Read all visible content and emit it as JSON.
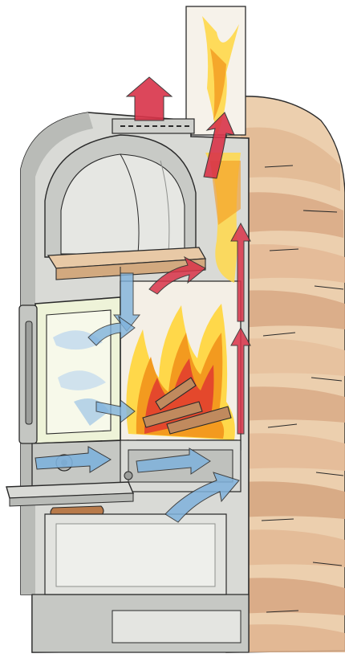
{
  "illustration": {
    "subject": "",
    "colors": {
      "stone": "#d9dad6",
      "stone_shade": "#b9bbb7",
      "stone_dark": "#9c9e9b",
      "wood_light": "#f1dcc4",
      "wood_mid": "#dcae88",
      "wood_dark": "#b8805a",
      "shelf_wood": "#e8c9a6",
      "flame_yellow": "#ffd84a",
      "flame_orange": "#f39a1f",
      "flame_red": "#e0392f",
      "hot_air_red": "#d9344a",
      "cool_air_blue": "#7fb2dc",
      "glass": "#eef3d8",
      "outline": "#2a2a2a",
      "handle_wood": "#b87a4a"
    },
    "features": [
      "brick-canopy",
      "chimney-flue",
      "warming-shelf",
      "firebox",
      "glass-door",
      "door-handle",
      "ash-drawer",
      "tray-shelf",
      "log-heat-wall",
      "hot-air-arrows",
      "cool-air-arrows"
    ]
  }
}
